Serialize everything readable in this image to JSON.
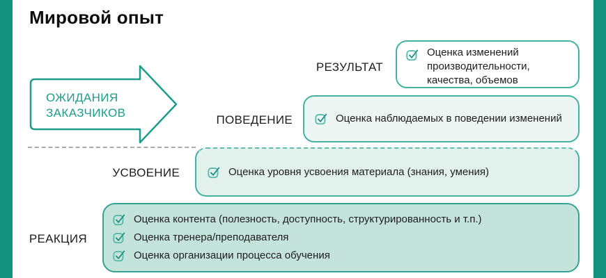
{
  "title": "Мировой опыт",
  "arrow": {
    "label": "ОЖИДАНИЯ\nЗАКАЗЧИКОВ"
  },
  "levels": {
    "result": {
      "label": "РЕЗУЛЬТАТ",
      "item": "Оценка изменений\nпроизводительности,\nкачества, объемов"
    },
    "behavior": {
      "label": "ПОВЕДЕНИЕ",
      "item": "Оценка наблюдаемых в поведении изменений"
    },
    "learning": {
      "label": "УСВОЕНИЕ",
      "item": "Оценка уровня усвоения материала (знания, умения)"
    },
    "reaction": {
      "label": "РЕАКЦИЯ",
      "items": [
        "Оценка контента (полезность, доступность, структурированность и т.п.)",
        "Оценка тренера/преподавателя",
        "Оценка организации процесса обучения"
      ]
    }
  },
  "colors": {
    "edge_bar": "#12917e",
    "arrow_stroke": "#1e9c89",
    "box_border": "#45b2a2",
    "reaction_border": "#35a292",
    "reaction_fill": "#c4e3db",
    "learning_fill": "#e3f1ed",
    "behavior_fill": "#edf6f3",
    "result_fill": "#ffffff",
    "dashed_divider_gray": "#ababab",
    "check_box_stroke": "#55bcab",
    "check_mark_stroke": "#209181",
    "text": "#1d1d1d"
  }
}
